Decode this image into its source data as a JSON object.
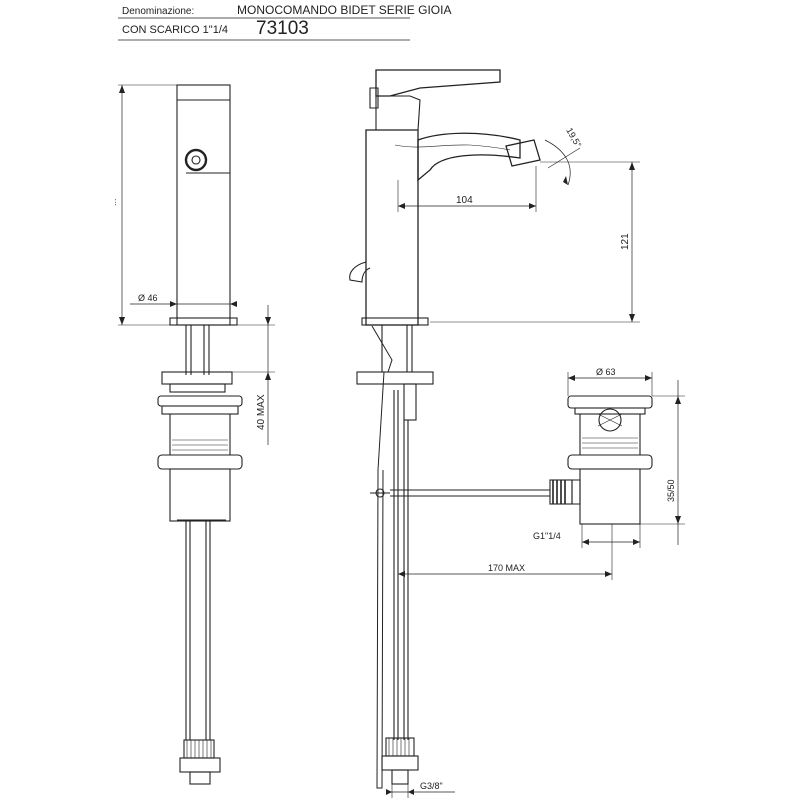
{
  "header": {
    "label_name": "Denominazione:",
    "product_name": "MONOCOMANDO BIDET SERIE GIOIA",
    "subtitle": "CON SCARICO 1\"1/4",
    "code": "73103"
  },
  "dimensions": {
    "diameter_body": "Ø 46",
    "max_deck": "40 MAX",
    "spout_reach": "104",
    "spout_height": "121",
    "spout_angle": "19,5°",
    "diameter_waste": "Ø 63",
    "waste_height": "35/50",
    "waste_thread": "G1\"1/4",
    "rod_reach": "170 MAX",
    "hose_thread": "G3/8\"",
    "side_height_marker": "..."
  }
}
